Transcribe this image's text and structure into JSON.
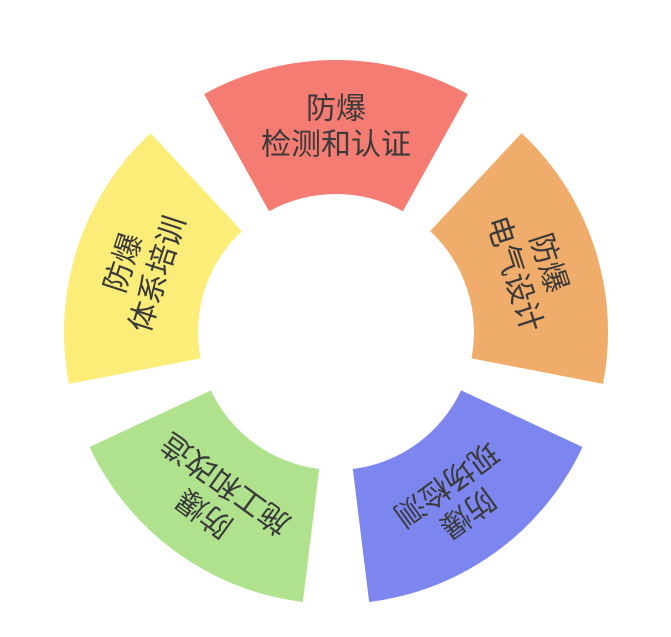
{
  "diagram": {
    "segments": [
      {
        "id": "inspection",
        "lines": [
          "防爆",
          "检测和认证"
        ],
        "color": "#F47C72"
      },
      {
        "id": "electrical",
        "lines": [
          "防爆",
          "电气设计"
        ],
        "color": "#F0AC6A"
      },
      {
        "id": "onsite",
        "lines": [
          "防爆",
          "现场检测"
        ],
        "color": "#7D86EE"
      },
      {
        "id": "construction",
        "lines": [
          "防爆",
          "施工和改造"
        ],
        "color": "#B0E28E"
      },
      {
        "id": "training",
        "lines": [
          "防爆",
          "体系培训"
        ],
        "color": "#FCEC78"
      }
    ]
  }
}
